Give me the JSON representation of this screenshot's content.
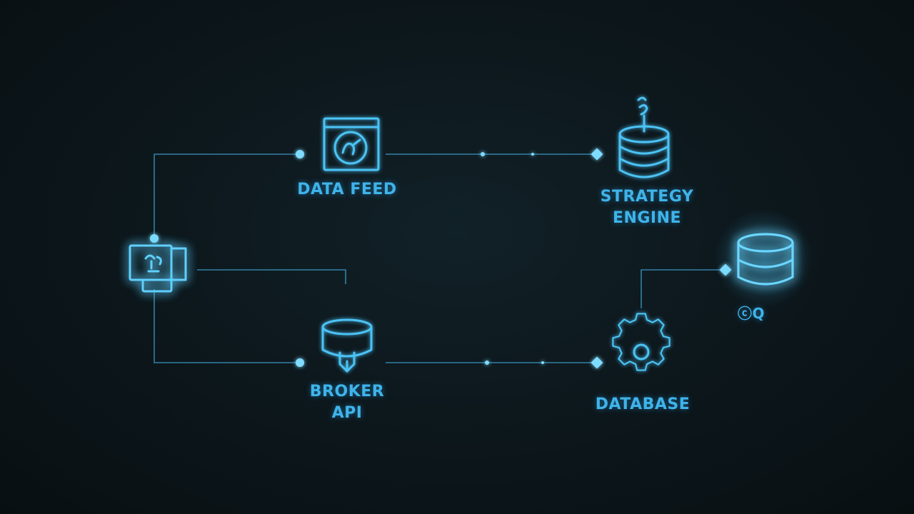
{
  "colors": {
    "background": "#0b1418",
    "line": "#3a93bd",
    "glow": "#4cc8ff",
    "text": "#3fb3ea"
  },
  "nodes": {
    "data_feed": {
      "label": "DATA FEED",
      "icon": "monitor-gauge-icon"
    },
    "strategy_engine": {
      "label_line1": "STRATEGY",
      "label_line2": "ENGINE",
      "icon": "database-stack-icon"
    },
    "broker_api": {
      "label_line1": "BROKER",
      "label_line2": "API",
      "icon": "cylinder-plug-icon"
    },
    "database": {
      "label": "DATABASE",
      "icon": "gear-icon"
    },
    "storage": {
      "label": "ⓒQ",
      "icon": "database-icon"
    },
    "client": {
      "icon": "computer-terminal-icon"
    }
  },
  "connections": [
    "client-to-data-feed",
    "data-feed-to-strategy-engine",
    "client-to-broker-api",
    "broker-api-to-database",
    "database-to-storage"
  ]
}
